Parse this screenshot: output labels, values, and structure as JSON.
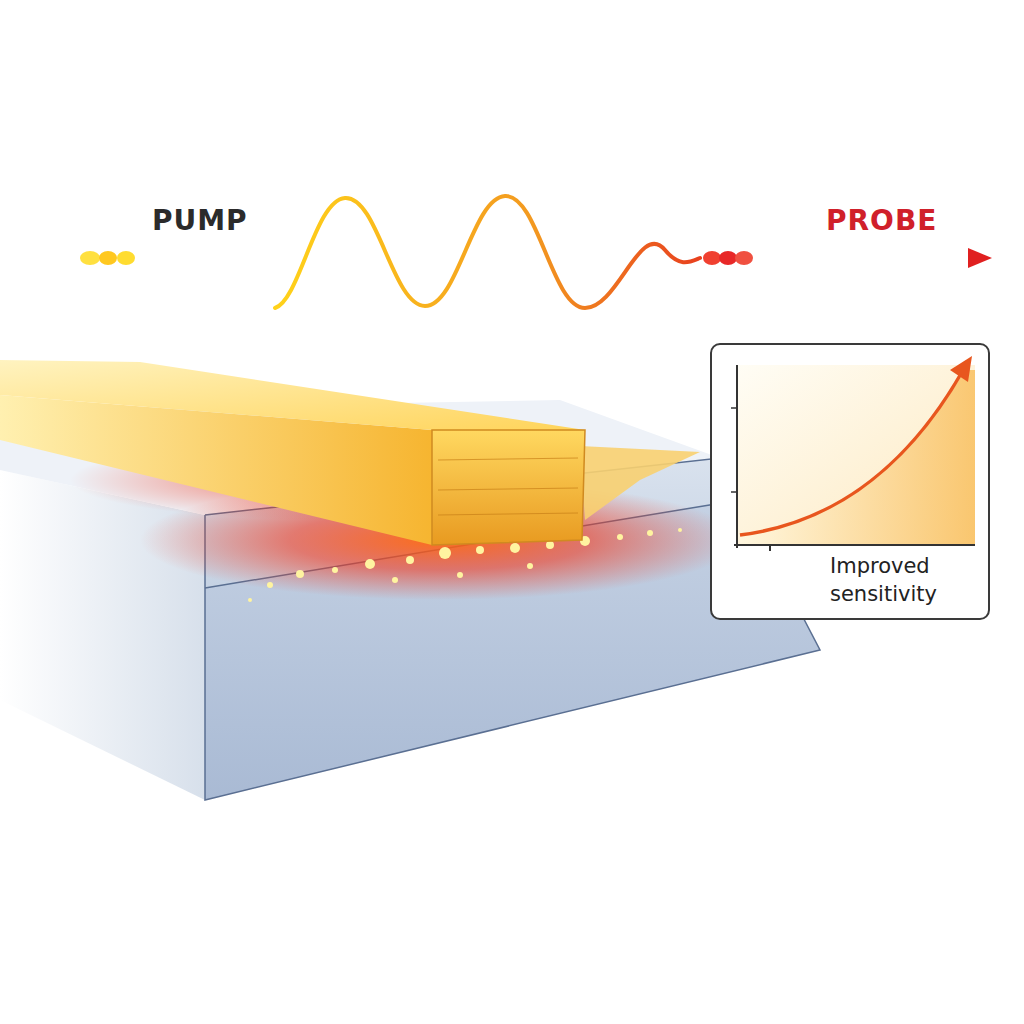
{
  "diagram": {
    "nodes": [
      {
        "text": [
          "Improved sensitivity"
        ]
      }
    ],
    "labels": [
      "PUMP",
      "PROBE"
    ]
  }
}
